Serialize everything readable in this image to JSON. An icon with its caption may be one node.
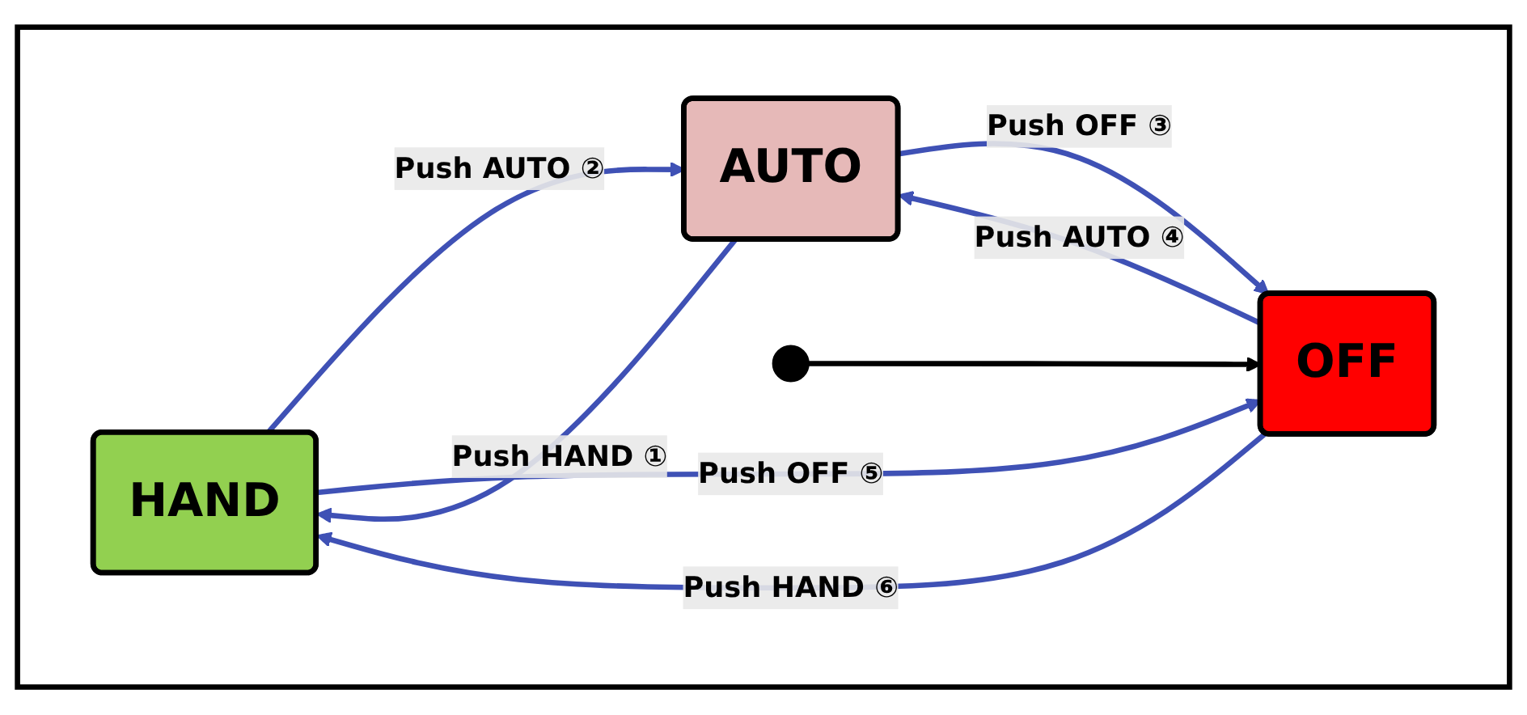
{
  "diagram": {
    "nodes": [
      {
        "text": [],
        "shape": "box"
      },
      {
        "text": [
          "HAND"
        ],
        "in": 0
      },
      {
        "text": [
          "AUTO"
        ],
        "in": 0
      },
      {
        "text": [
          "OFF"
        ],
        "in": 0
      },
      {
        "text": [],
        "shape": "circle",
        "in": 0
      }
    ],
    "edges": [
      {
        "from": 2,
        "to": 1,
        "arrow": "to",
        "label": "Push HAND ①"
      },
      {
        "from": 1,
        "to": 2,
        "arrow": "to",
        "label": "Push AUTO ②"
      },
      {
        "from": 2,
        "to": 3,
        "arrow": "to",
        "label": "Push OFF ③"
      },
      {
        "from": 3,
        "to": 2,
        "arrow": "to",
        "label": "Push AUTO ④"
      },
      {
        "from": 1,
        "to": 3,
        "arrow": "to",
        "label": "Push OFF ⑤"
      },
      {
        "from": 3,
        "to": 1,
        "arrow": "to",
        "label": "Push HAND ⑥"
      },
      {
        "from": 4,
        "to": 3,
        "arrow": "to",
        "color": "#000000"
      }
    ]
  }
}
